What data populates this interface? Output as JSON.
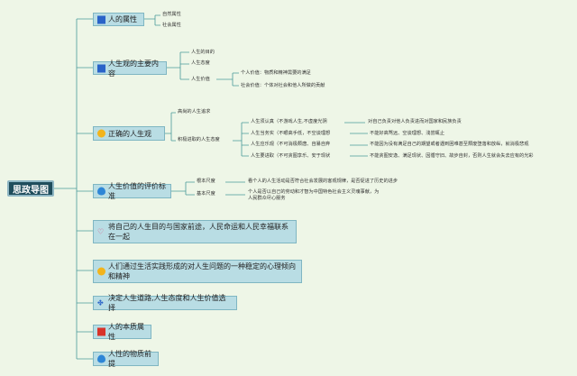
{
  "root": {
    "label": "思政导图"
  },
  "branches": {
    "b1": {
      "label": "人的属性",
      "icon": "blue-flag-icon"
    },
    "b2": {
      "label": "人生观的主要内容",
      "icon": "blue-flag-icon"
    },
    "b3": {
      "label": "正确的人生观",
      "icon": "sun-icon"
    },
    "b4": {
      "label": "人生价值的评价标准",
      "icon": "blue-drop-icon"
    },
    "b5": {
      "label": "将自己的人生目的与国家前途，人民命运和人民幸福联系在一起",
      "icon": "heart-icon"
    },
    "b6": {
      "label": "人们通过生活实践形成的对人生问题的一种稳定的心理倾向和精神",
      "icon": "sun-icon"
    },
    "b7": {
      "label": "决定人生道路,人生态度和人生价值选择",
      "icon": "handshake-icon"
    },
    "b8": {
      "label": "人的本质属性",
      "icon": "red-flag-icon"
    },
    "b9": {
      "label": "人性的物质前提",
      "icon": "blue-drop-icon"
    }
  },
  "sub": {
    "natural": "自然属性",
    "social": "社会属性",
    "purpose": "人生的目的",
    "attitude": "人生态度",
    "value": "人生价值",
    "personal_value": "个人价值：物质和精神需要的满足",
    "social_value": "社会价值：个体对社会和他人所做的贡献",
    "lofty": "高尚的人生追求",
    "positive": "积极进取的人生态度",
    "serious": "人生须认真（不游戏人生,不虚度光阴",
    "serious_d": "对自己负责对他人负责进而对国家和民族负责",
    "pragmatic": "人生当务实（不眼高手低，不空谈理想",
    "pragmatic_d": "不能好高骛远、空谈理想、浅尝辄止",
    "optimistic": "人生应乐观（不可消极颓唐、自暴自弃",
    "optimistic_d": "不能因为没有满足自己的期望或者遇到困难甚至颓废堕落和放纵，就消极悲观",
    "enterprising": "人生要进取（不可贪图享乐、安于现状",
    "enterprising_d": "不能贪图安逸、满足现状、因循守旧、故步自封，否则人生就会失去应有的光彩",
    "root_measure": "根本尺度",
    "root_measure_d": "看个人的人生活动是否符合社会发展的客观规律，是否促进了历史的进步",
    "basic_measure": "基本尺度",
    "basic_measure_d": "个人是否以自己的劳动和才智为中国特色社会主义灵魂事献，为人民群众尽心服务"
  }
}
